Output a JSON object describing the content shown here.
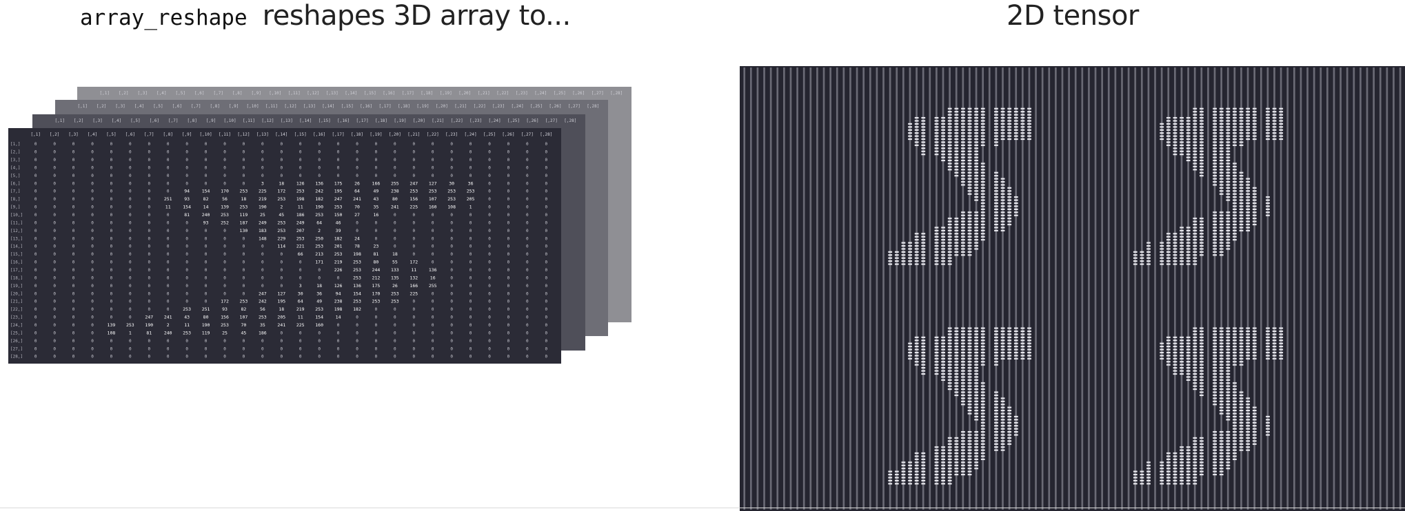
{
  "title_left": {
    "code": "array_reshape",
    "text": "reshapes 3D array to..."
  },
  "title_right": "2D tensor",
  "colors": {
    "panel_dark": "#252530",
    "layer_gray": "#8e8e93",
    "matrix_text": "#e4e4ea",
    "bright_cell": "#ffffff"
  },
  "matrix_grid": {
    "rows": 28,
    "cols": 28,
    "zero_value": "0",
    "row_label_format": "[{i},]",
    "col_label_format": "[,{i}]"
  },
  "digit_image": {
    "rows": [
      "0000000000000000000000000000",
      "0000000000000000000000000000",
      "0000000000000000000000000000",
      "0000000000000000000000000000",
      "0000000000000000000000000000",
      "0000000000001111111111110000",
      "0000000011111111111111110000",
      "0000000111111111111111110000",
      "0000000111111111111111110000",
      "0000000011111111111000000000",
      "0000000001111111100000000000",
      "0000000000011111100000000000",
      "0000000000001111110000000000",
      "0000000000000111111000000000",
      "0000000000000011111100000000",
      "0000000000000001111110000000",
      "0000000000000000111111000000",
      "0000000000000000011111000000",
      "0000000000000011111111000000",
      "0000000000001111111110000000",
      "0000000000111111111100000000",
      "0000000011111111110000000000",
      "0000001111111111100000000000",
      "0000111111111111000000000000",
      "0000111111111000000000000000",
      "0000000000000000000000000000",
      "0000000000000000000000000000",
      "0000000000000000000000000000"
    ],
    "values": [
      "3",
      "18",
      "126",
      "136",
      "175",
      "26",
      "166",
      "255",
      "247",
      "127",
      "30",
      "36",
      "94",
      "154",
      "170",
      "253",
      "225",
      "172",
      "253",
      "242",
      "195",
      "64",
      "49",
      "238",
      "253",
      "253",
      "253",
      "253",
      "251",
      "93",
      "82",
      "56",
      "18",
      "219",
      "253",
      "198",
      "182",
      "247",
      "241",
      "43",
      "80",
      "156",
      "107",
      "253",
      "205",
      "11",
      "154",
      "14",
      "139",
      "253",
      "190",
      "2",
      "11",
      "190",
      "253",
      "70",
      "35",
      "241",
      "225",
      "160",
      "108",
      "1",
      "81",
      "240",
      "253",
      "119",
      "25",
      "45",
      "186",
      "253",
      "150",
      "27",
      "16",
      "93",
      "252",
      "187",
      "249",
      "253",
      "249",
      "64",
      "46",
      "130",
      "183",
      "253",
      "207",
      "2",
      "39",
      "148",
      "229",
      "253",
      "250",
      "182",
      "24",
      "114",
      "221",
      "253",
      "201",
      "78",
      "23",
      "66",
      "213",
      "253",
      "198",
      "81",
      "18",
      "171",
      "219",
      "253",
      "80",
      "55",
      "172",
      "226",
      "253",
      "244",
      "133",
      "11",
      "136",
      "253",
      "212",
      "135",
      "132",
      "16"
    ]
  },
  "stack_layers": 4,
  "tensor_grid": {
    "rows": 145,
    "cols": 100
  }
}
